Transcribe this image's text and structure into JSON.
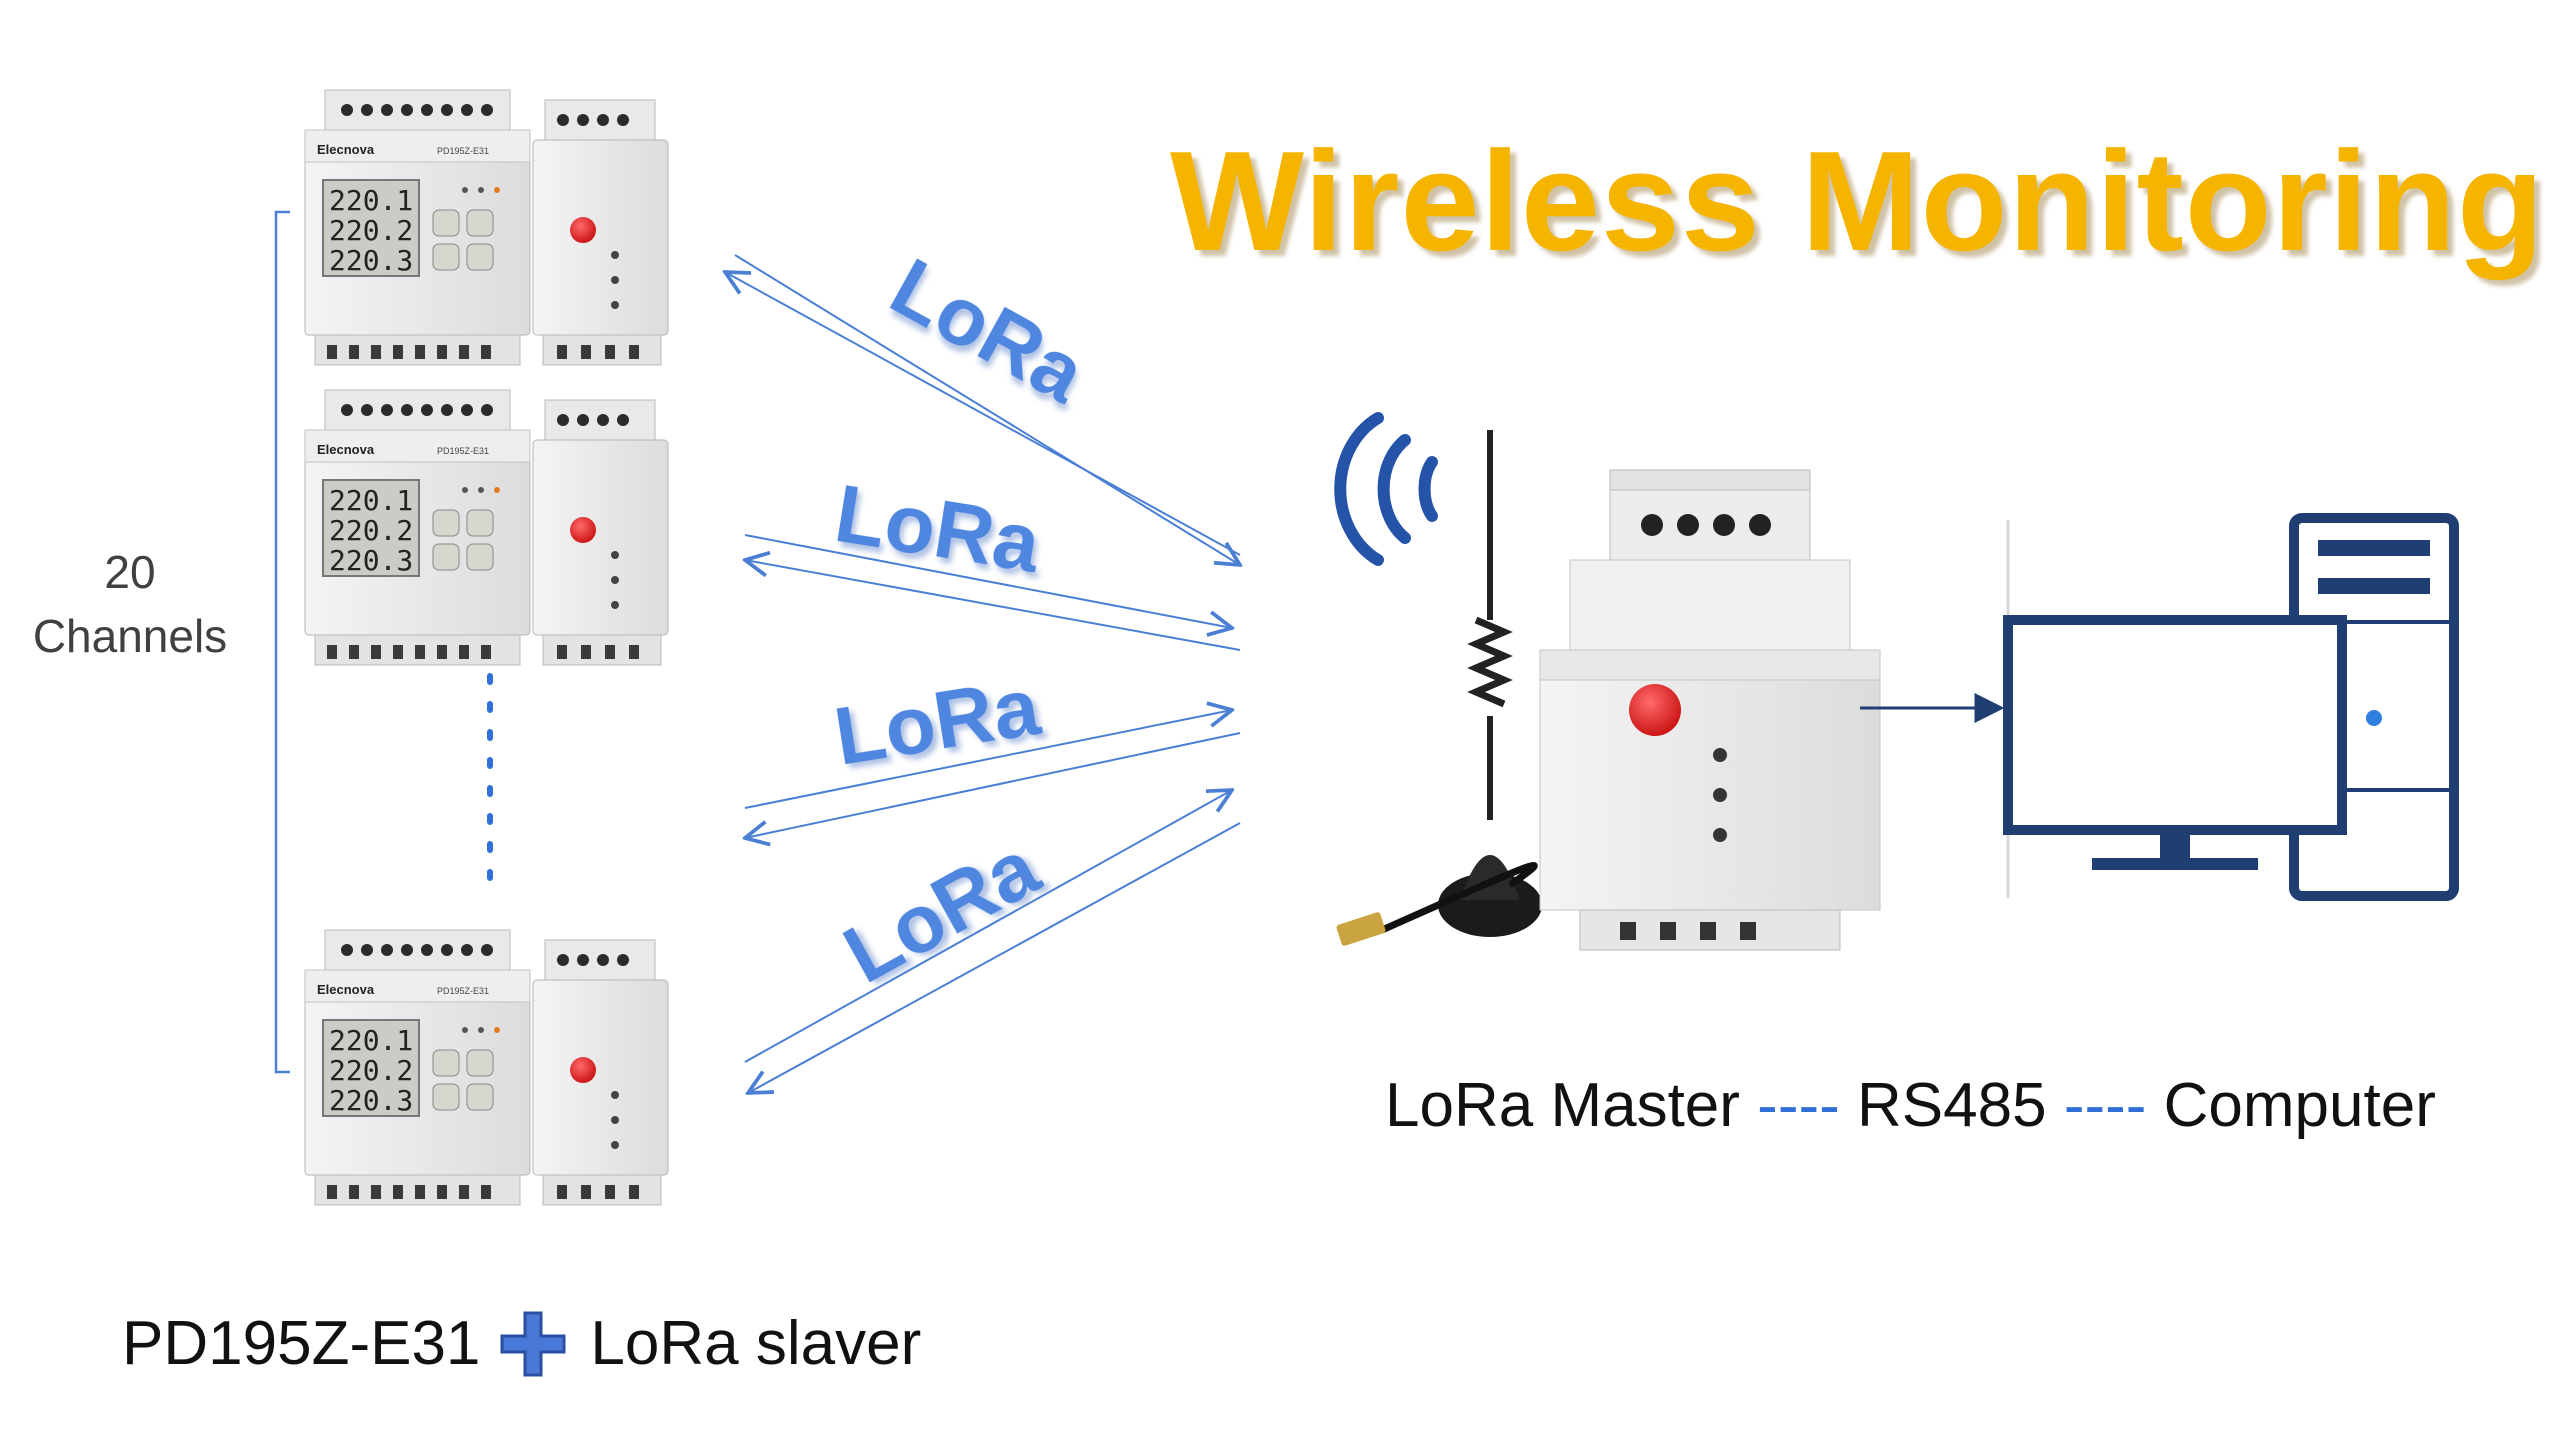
{
  "title": "Wireless Monitoring",
  "channels": {
    "count": "20",
    "label": "Channels"
  },
  "links": [
    {
      "label": "LoRa"
    },
    {
      "label": "LoRa"
    },
    {
      "label": "LoRa"
    },
    {
      "label": "LoRa"
    }
  ],
  "meter": {
    "brand": "Elecnova",
    "model_small": "PD195Z-E31",
    "display_lines": [
      "220.1",
      "220.2",
      "220.3"
    ]
  },
  "chain": {
    "master": "LoRa Master",
    "sep1": "----",
    "bus": "RS485",
    "sep2": "----",
    "computer": "Computer"
  },
  "caption": {
    "device": "PD195Z-E31",
    "slave": "LoRa slaver"
  },
  "colors": {
    "title": "#f5b400",
    "link": "#4f86e0",
    "line": "#4a7fd4",
    "icon_dark": "#1f3f73",
    "signal": "#2453a8"
  },
  "icons": [
    "signal-waves-icon",
    "antenna-icon",
    "computer-icon",
    "plus-icon"
  ]
}
